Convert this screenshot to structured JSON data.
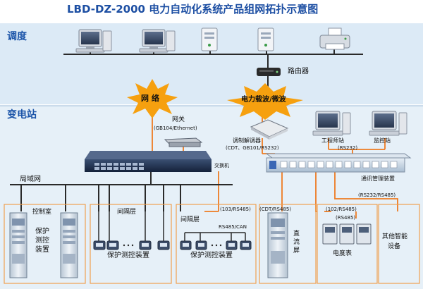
{
  "title": "LBD-DZ-2000 电力自动化系统产品组网拓扑示意图",
  "zones": {
    "dispatch": "调度",
    "substation": "变电站"
  },
  "nodes": {
    "router": "路由器",
    "network": "网  络",
    "plc_microwave": "电力载波/微波",
    "gateway": "网关",
    "gateway_protocol": "(GB104/Ethernet)",
    "modem": "调制解调器",
    "modem_protocol": "(CDT、GB101/RS232)",
    "switch": "交换机",
    "engineer_station": "工程师站",
    "monitor_station": "监控站",
    "rs232_a": "(RS232)",
    "comm_device": "通讯管理装置",
    "lan": "局域网",
    "rs232_rs485": "(RS232/RS485)",
    "bus_103_rs485": "(103/RS485)",
    "bus_cdt_rs485": "(CDT/RS485)",
    "bus_102_rs485": "(102/RS485)",
    "bus_rs485": "(RS485)",
    "rs485_can": "RS485/CAN"
  },
  "panels": {
    "control_room": "控制室",
    "control_device": [
      "保护",
      "测控",
      "装置"
    ],
    "bay_layer_1": "间隔层",
    "bay_device_1": "保护测控装置",
    "bay_layer_2": "间隔层",
    "bay_device_2": "保护测控装置",
    "dc_panel": [
      "直",
      "流",
      "屏"
    ],
    "meter": "电度表",
    "other_device": [
      "其他智能",
      "设备"
    ]
  },
  "colors": {
    "title": "#1d4fa3",
    "zone_label": "#1a53a8",
    "top_band": "#dceaf6",
    "bottom_band": "#e6f0f8",
    "link_orange": "#ee7b22",
    "star": "#f6a00f",
    "panel_border": "#f0a050"
  }
}
